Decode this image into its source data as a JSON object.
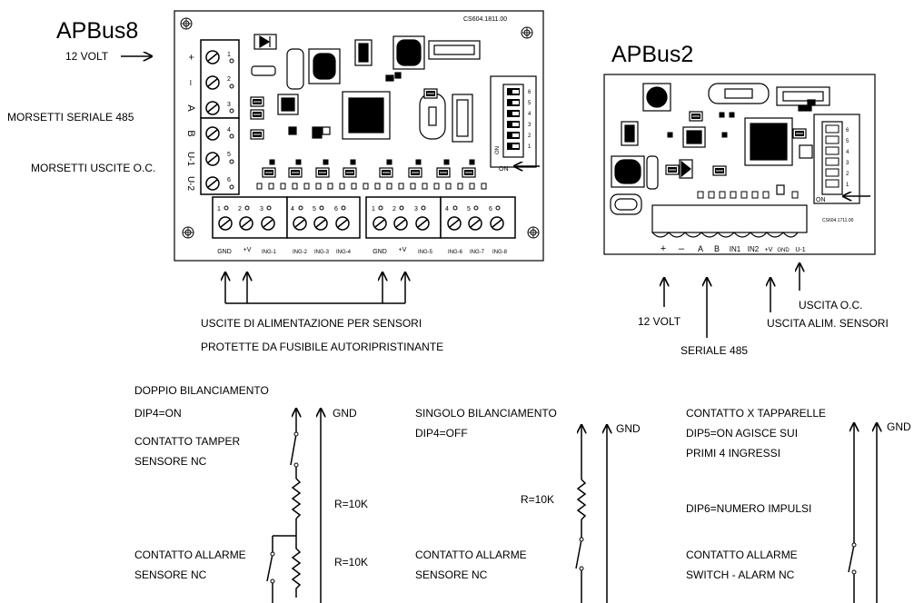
{
  "apbus8": {
    "title": "APBus8",
    "code": "CS604.1811.00",
    "power_label": "12 VOLT",
    "serial_label": "MORSETTI SERIALE 485",
    "oc_label": "MORSETTI USCITE O.C.",
    "left_terminals": [
      "+",
      "–",
      "A",
      "B",
      "U-1",
      "U-2"
    ],
    "bottom_terminals": [
      "GND",
      "+V",
      "ING-1",
      "ING-2",
      "ING-3",
      "ING-4",
      "GND",
      "+V",
      "ING-5",
      "ING-6",
      "ING-7",
      "ING-8"
    ],
    "dip_on": "ON",
    "dip_label": "ON",
    "power_outputs_line1": "USCITE DI ALIMENTAZIONE PER SENSORI",
    "power_outputs_line2": "PROTETTE DA FUSIBILE AUTORIPRISTINANTE"
  },
  "apbus2": {
    "title": "APBus2",
    "code": "CS604.1711.00",
    "terminals": [
      "+",
      "–",
      "A",
      "B",
      "IN1",
      "IN2",
      "+V",
      "GND",
      "U-1"
    ],
    "dip_label": "ON",
    "power_label": "12 VOLT",
    "serial_label": "SERIALE 485",
    "oc_label": "USCITA O.C.",
    "sensor_power_label": "USCITA ALIM. SENSORI"
  },
  "wiring": {
    "double": {
      "title": "DOPPIO BILANCIAMENTO",
      "dip": "DIP4=ON",
      "tamper_1": "CONTATTO TAMPER",
      "tamper_2": "SENSORE  NC",
      "r1": "R=10K",
      "r2": "R=10K",
      "alarm_1": "CONTATTO ALLARME",
      "alarm_2": "SENSORE  NC",
      "gnd": "GND"
    },
    "single": {
      "title": "SINGOLO BILANCIAMENTO",
      "dip": "DIP4=OFF",
      "r": "R=10K",
      "alarm_1": "CONTATTO ALLARME",
      "alarm_2": "SENSORE   NC",
      "gnd": "GND"
    },
    "shutter": {
      "title": "CONTATTO X TAPPARELLE",
      "dip5": "DIP5=ON   AGISCE SUI",
      "dip5_2": "PRIMI 4 INGRESSI",
      "dip6": "DIP6=NUMERO IMPULSI",
      "alarm_1": "CONTATTO ALLARME",
      "alarm_2": "SWITCH - ALARM  NC",
      "gnd": "GND"
    }
  }
}
